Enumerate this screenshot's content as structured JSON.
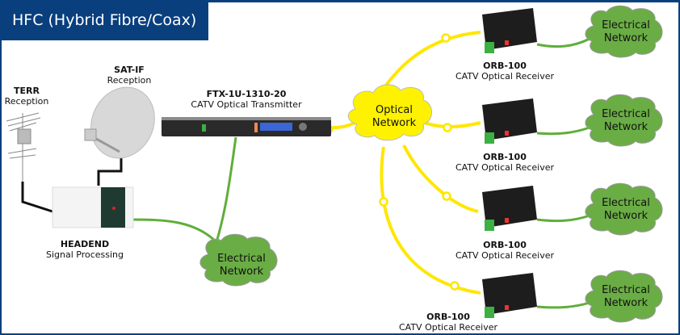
{
  "title": "HFC (Hybrid Fibre/Coax)",
  "colors": {
    "frame": "#0a3f7e",
    "optical_fibre": "#ffe600",
    "coax_green": "#5fae3a",
    "cloud_green": "#6aad45",
    "cloud_yellow": "#fff200",
    "cable_black": "#111111"
  },
  "nodes": {
    "terr": {
      "name": "TERR",
      "desc": "Reception"
    },
    "sat": {
      "name": "SAT-IF",
      "desc": "Reception"
    },
    "headend": {
      "name": "HEADEND",
      "desc": "Signal Processing"
    },
    "transmitter": {
      "name": "FTX-1U-1310-20",
      "desc": "CATV Optical Transmitter"
    },
    "optical_network": {
      "line1": "Optical",
      "line2": "Network"
    },
    "headend_electrical": {
      "line1": "Electrical",
      "line2": "Network"
    },
    "receivers": [
      {
        "name": "ORB-100",
        "desc": "CATV Optical Receiver",
        "network_line1": "Electrical",
        "network_line2": "Network"
      },
      {
        "name": "ORB-100",
        "desc": "CATV Optical Receiver",
        "network_line1": "Electrical",
        "network_line2": "Network"
      },
      {
        "name": "ORB-100",
        "desc": "CATV Optical Receiver",
        "network_line1": "Electrical",
        "network_line2": "Network"
      },
      {
        "name": "ORB-100",
        "desc": "CATV Optical Receiver",
        "network_line1": "Electrical",
        "network_line2": "Network"
      }
    ]
  }
}
